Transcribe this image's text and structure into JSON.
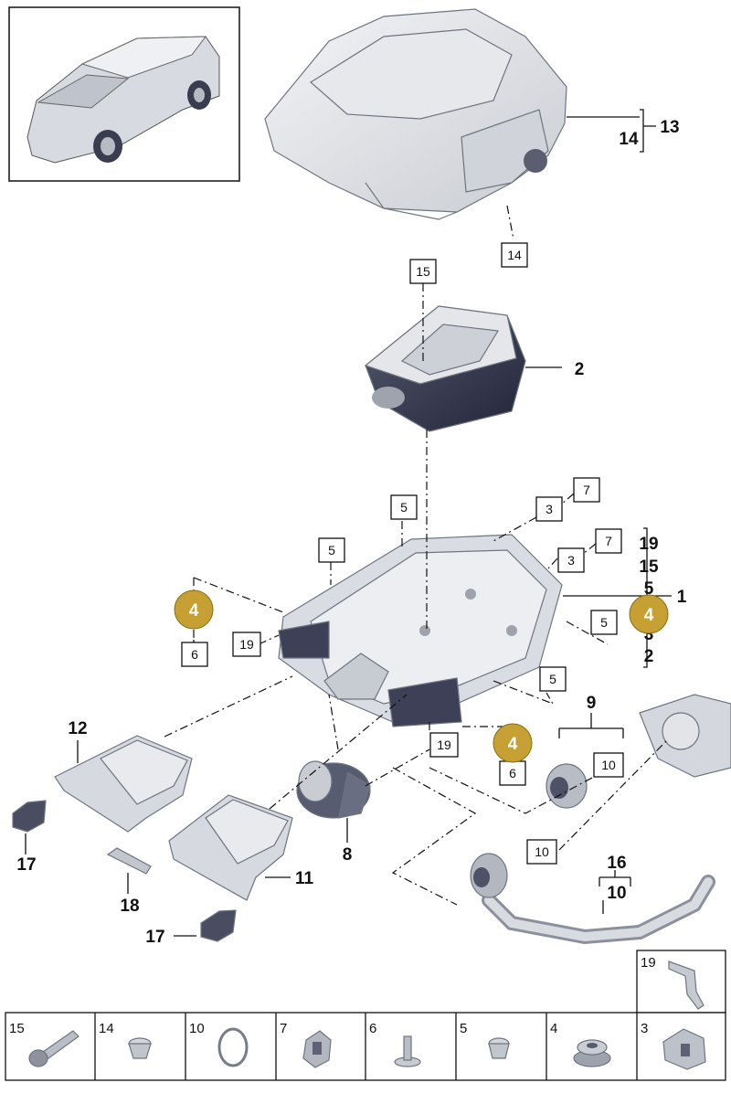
{
  "callouts": {
    "c14_cover": "14",
    "c15_top": "15",
    "c5_a": "5",
    "c5_b": "5",
    "c3_a": "3",
    "c7_a": "7",
    "c3_b": "3",
    "c7_b": "7",
    "c5_right": "5",
    "c5_low": "5",
    "c6_left": "6",
    "c19_left": "19",
    "c19_mid": "19",
    "c6_mid": "6",
    "c10_a": "10",
    "c10_b": "10"
  },
  "labels": {
    "l13": "13",
    "l14": "14",
    "l2": "2",
    "l1": "1",
    "l1_list": [
      "19",
      "15",
      "5",
      "3",
      "2"
    ],
    "l9": "9",
    "l12": "12",
    "l17_a": "17",
    "l18": "18",
    "l17_b": "17",
    "l11": "11",
    "l8": "8",
    "l16": "16",
    "l16_sub": "10"
  },
  "badges": {
    "left": "4",
    "right": "4",
    "mid": "4"
  },
  "parts_table": {
    "top_cell": "19",
    "cells": [
      "15",
      "14",
      "10",
      "7",
      "6",
      "5",
      "4",
      "3"
    ]
  },
  "colors": {
    "badge": "#c7a033",
    "part_fill": "#d9dde3",
    "part_shadow": "#3c3f55"
  }
}
